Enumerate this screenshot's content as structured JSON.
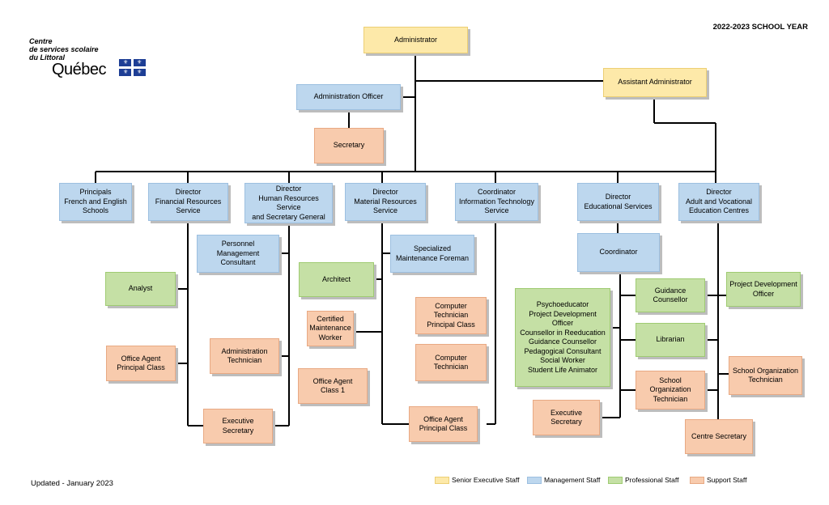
{
  "header": {
    "year": "2022-2023 SCHOOL YEAR",
    "logo_text": "Centre\nde services scolaire\ndu Littoral",
    "logo_word": "Québec",
    "flag_icon": "fleur-de-lis-flag"
  },
  "footer": {
    "updated": "Updated - January 2023"
  },
  "legend": [
    {
      "label": "Senior Executive Staff",
      "color": "#fde9a9"
    },
    {
      "label": "Management Staff",
      "color": "#bdd7ee"
    },
    {
      "label": "Professional Staff",
      "color": "#c5e0a5"
    },
    {
      "label": "Support Staff",
      "color": "#f8cbad"
    }
  ],
  "nodes": {
    "administrator": "Administrator",
    "assistant_administrator": "Assistant Administrator",
    "administration_officer": "Administration Officer",
    "secretary": "Secretary",
    "principals": "Principals\nFrench and English\nSchools",
    "director_financial": "Director\nFinancial Resources\nService",
    "director_hr": "Director\nHuman Resources Service\nand Secretary General",
    "director_material": "Director\nMaterial Resources\nService",
    "coordinator_it": "Coordinator\nInformation Technology\nService",
    "director_educational": "Director\nEducational Services",
    "director_adult": "Director\nAdult and Vocational\nEducation Centres",
    "analyst": "Analyst",
    "office_agent_fin": "Office Agent\nPrincipal Class",
    "personnel_consultant": "Personnel Management\nConsultant",
    "administration_technician": "Administration\nTechnician",
    "executive_secretary_hr": "Executive Secretary",
    "architect": "Architect",
    "certified_worker": "Certified\nMaintenance Worker",
    "office_agent_class1": "Office Agent\nClass 1",
    "specialized_foreman": "Specialized\nMaintenance Foreman",
    "office_agent_material": "Office Agent\nPrincipal Class",
    "computer_tech_principal": "Computer Technician\nPrincipal Class",
    "computer_technician": "Computer Technician",
    "coordinator_edu": "Coordinator",
    "professionals_group": "Psychoeducator\nProject Development Officer\nCounsellor in Reeducation\nGuidance Counsellor\nPedagogical Consultant\nSocial Worker\nStudent Life Animator",
    "guidance_counsellor": "Guidance\nCounsellor",
    "librarian": "Librarian",
    "school_org_tech_edu": "School Organization\nTechnician",
    "executive_secretary_edu": "Executive Secretary",
    "project_dev_officer": "Project Development\nOfficer",
    "school_org_tech_adult": "School Organization\nTechnician",
    "centre_secretary": "Centre Secretary"
  }
}
